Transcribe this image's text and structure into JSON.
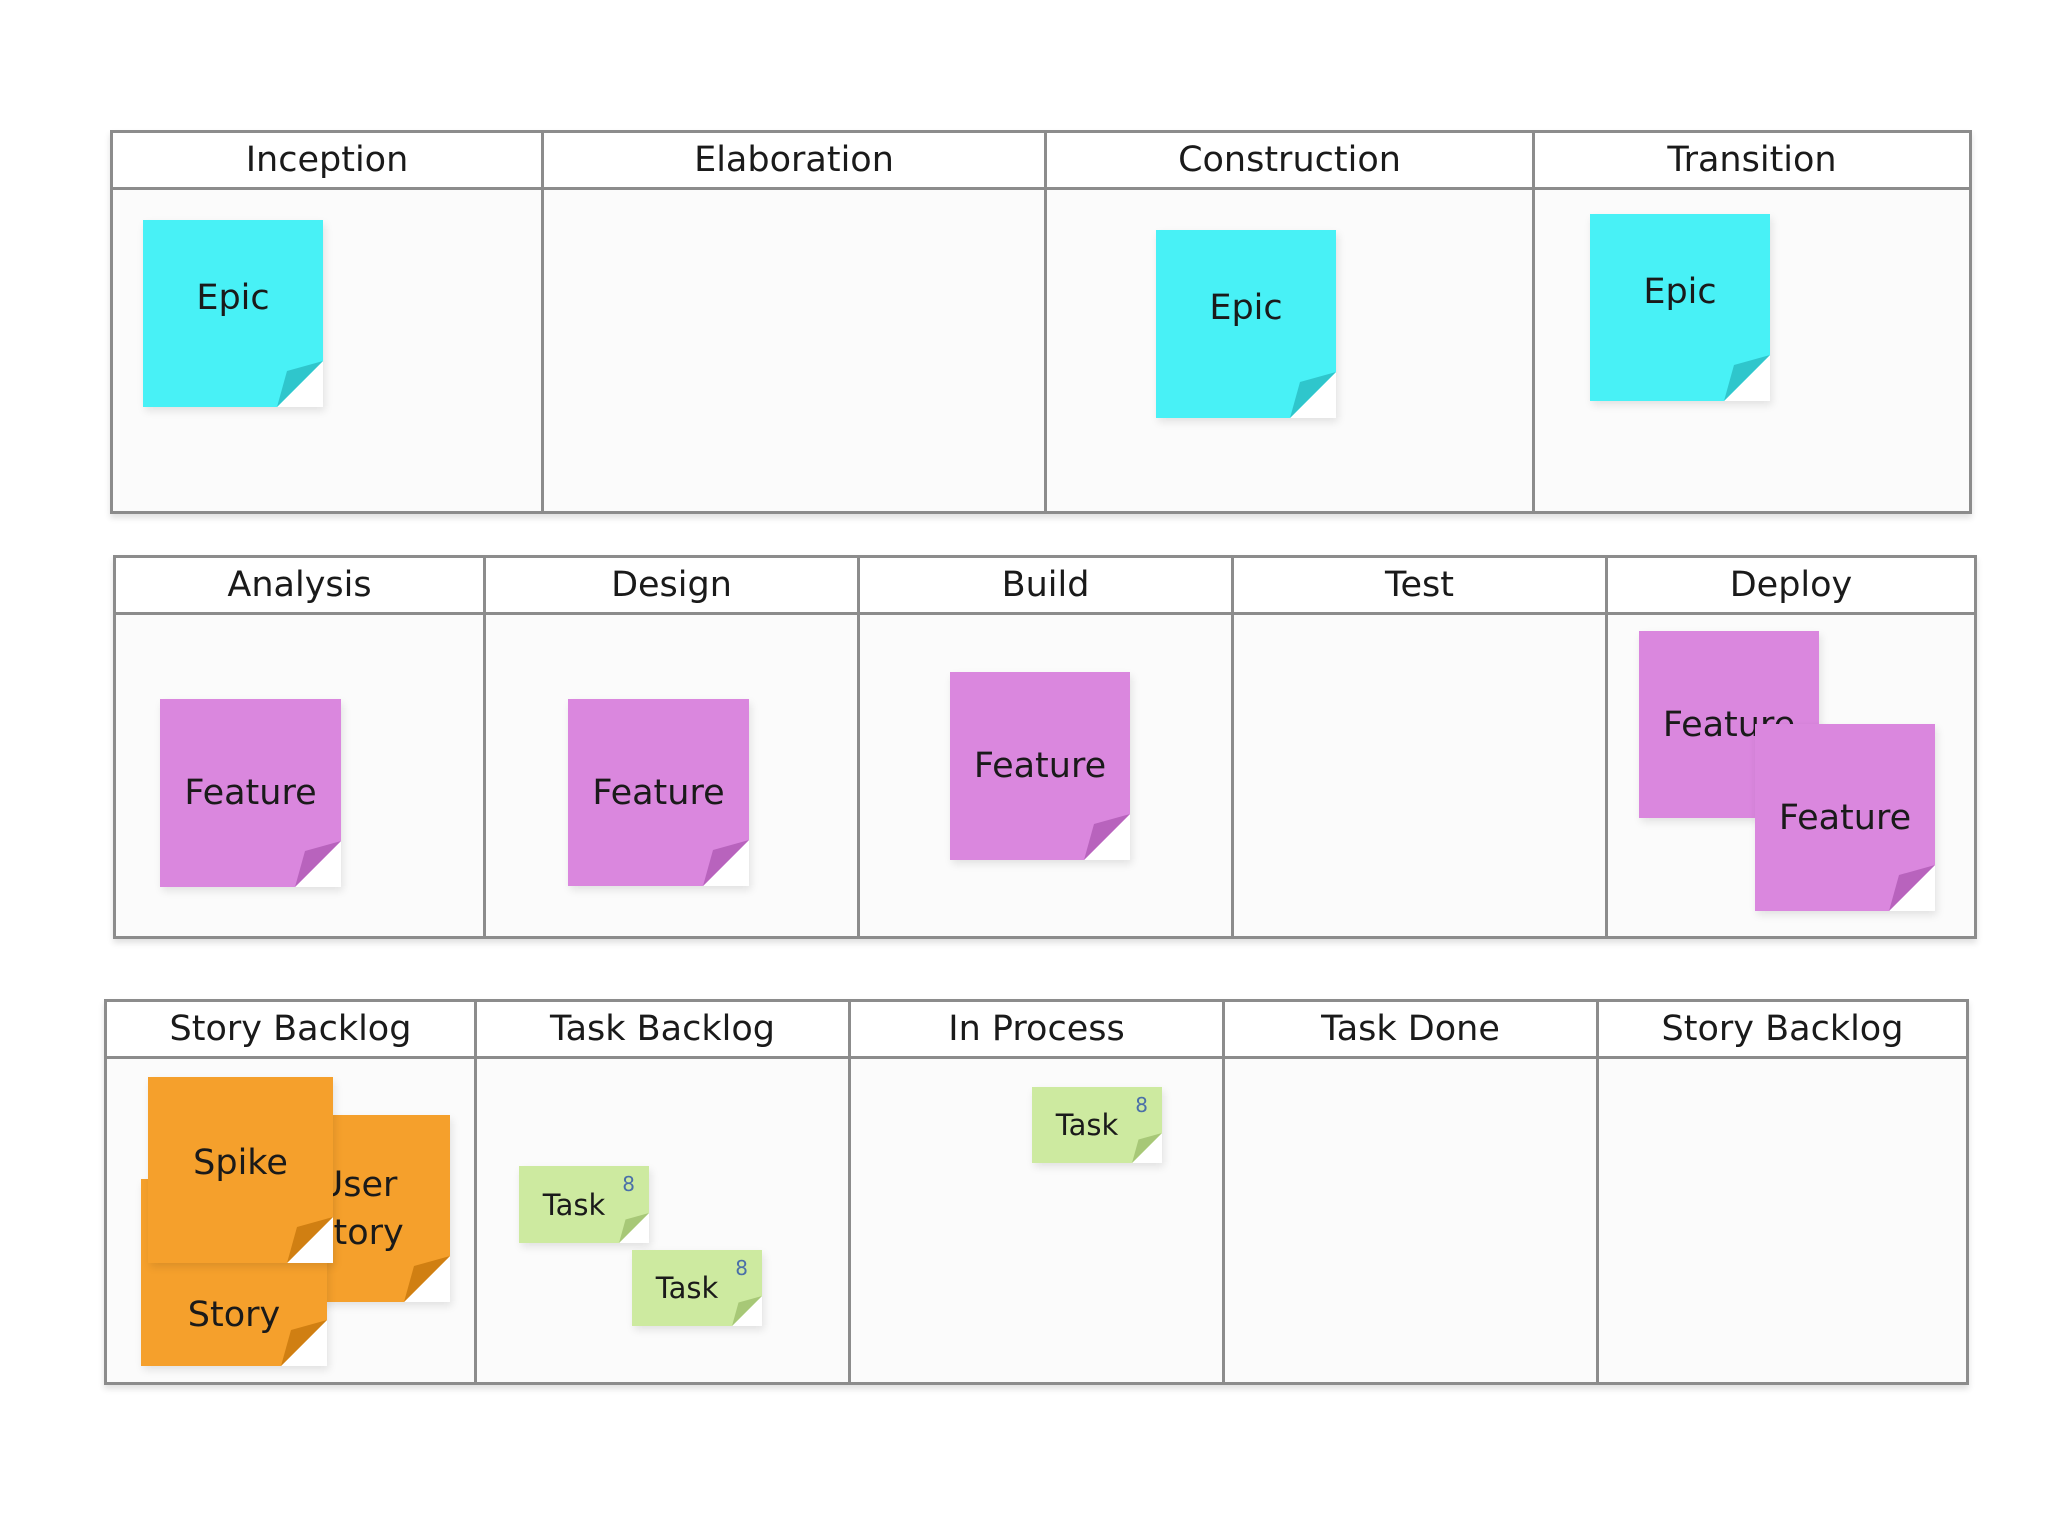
{
  "board1": {
    "columns": [
      "Inception",
      "Elaboration",
      "Construction",
      "Transition"
    ],
    "notes": {
      "inception_epic": "Epic",
      "construction_epic": "Epic",
      "transition_epic": "Epic"
    }
  },
  "board2": {
    "columns": [
      "Analysis",
      "Design",
      "Build",
      "Test",
      "Deploy"
    ],
    "notes": {
      "analysis_feature": "Feature",
      "design_feature": "Feature",
      "build_feature": "Feature",
      "deploy_feature_back": "Feature",
      "deploy_feature_front": "Feature"
    }
  },
  "board3": {
    "columns": [
      "Story Backlog",
      "Task Backlog",
      "In Process",
      "Task Done",
      "Story Backlog"
    ],
    "notes": {
      "user_story_lines": [
        "User",
        "Story"
      ],
      "spike": "Spike",
      "story": "Story",
      "task_a": "Task",
      "task_a_num": "8",
      "task_b": "Task",
      "task_b_num": "8",
      "task_c": "Task",
      "task_c_num": "8"
    }
  },
  "colors": {
    "epic": "#48f1f6",
    "feature": "#da87de",
    "story": "#f5a02c",
    "task": "#cdeaa0",
    "border": "#8c8c8c"
  }
}
